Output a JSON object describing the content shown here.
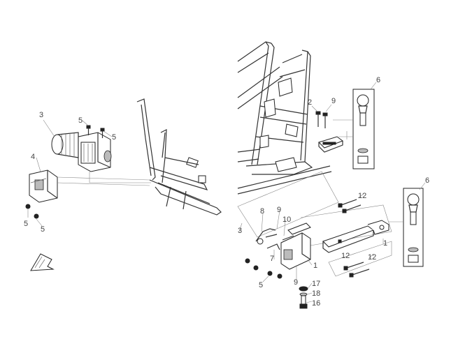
{
  "callouts": {
    "c1": "1",
    "c1b": "1",
    "c2": "2",
    "c3": "3",
    "c3b": "3",
    "c4": "4",
    "c5a": "5",
    "c5b": "5",
    "c5c": "5",
    "c5d": "5",
    "c5e": "5",
    "c6a": "6",
    "c6b": "6",
    "c7": "7",
    "c8": "8",
    "c9a": "9",
    "c9b": "9",
    "c9c": "9",
    "c10": "10",
    "c12a": "12",
    "c12b": "12",
    "c12c": "12",
    "c16": "16",
    "c17": "17",
    "c18": "18"
  },
  "colors": {
    "line": "#333333",
    "leader": "#888888",
    "text": "#444444",
    "background": "#ffffff"
  },
  "icons": {
    "direction_marker": "front-arrow-icon"
  }
}
